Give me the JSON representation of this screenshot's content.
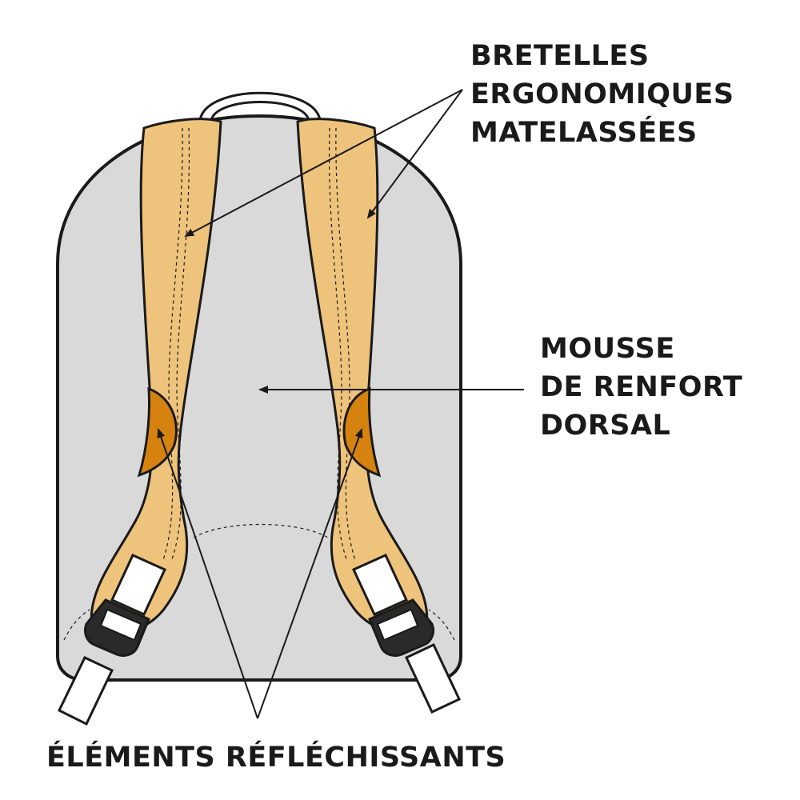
{
  "labels": {
    "straps": {
      "line1": "BRETELLES",
      "line2": "ERGONOMIQUES",
      "line3": "MATELASSÉES"
    },
    "foam": {
      "line1": "MOUSSE",
      "line2": "DE RENFORT",
      "line3": "DORSAL"
    },
    "reflective": {
      "line1": "ÉLÉMENTS RÉFLÉCHISSANTS"
    }
  },
  "colors": {
    "body": "#d9d9d9",
    "strap": "#eec37c",
    "reflective": "#d5820f",
    "outline": "#1a1a1a",
    "webbing": "#ffffff"
  }
}
